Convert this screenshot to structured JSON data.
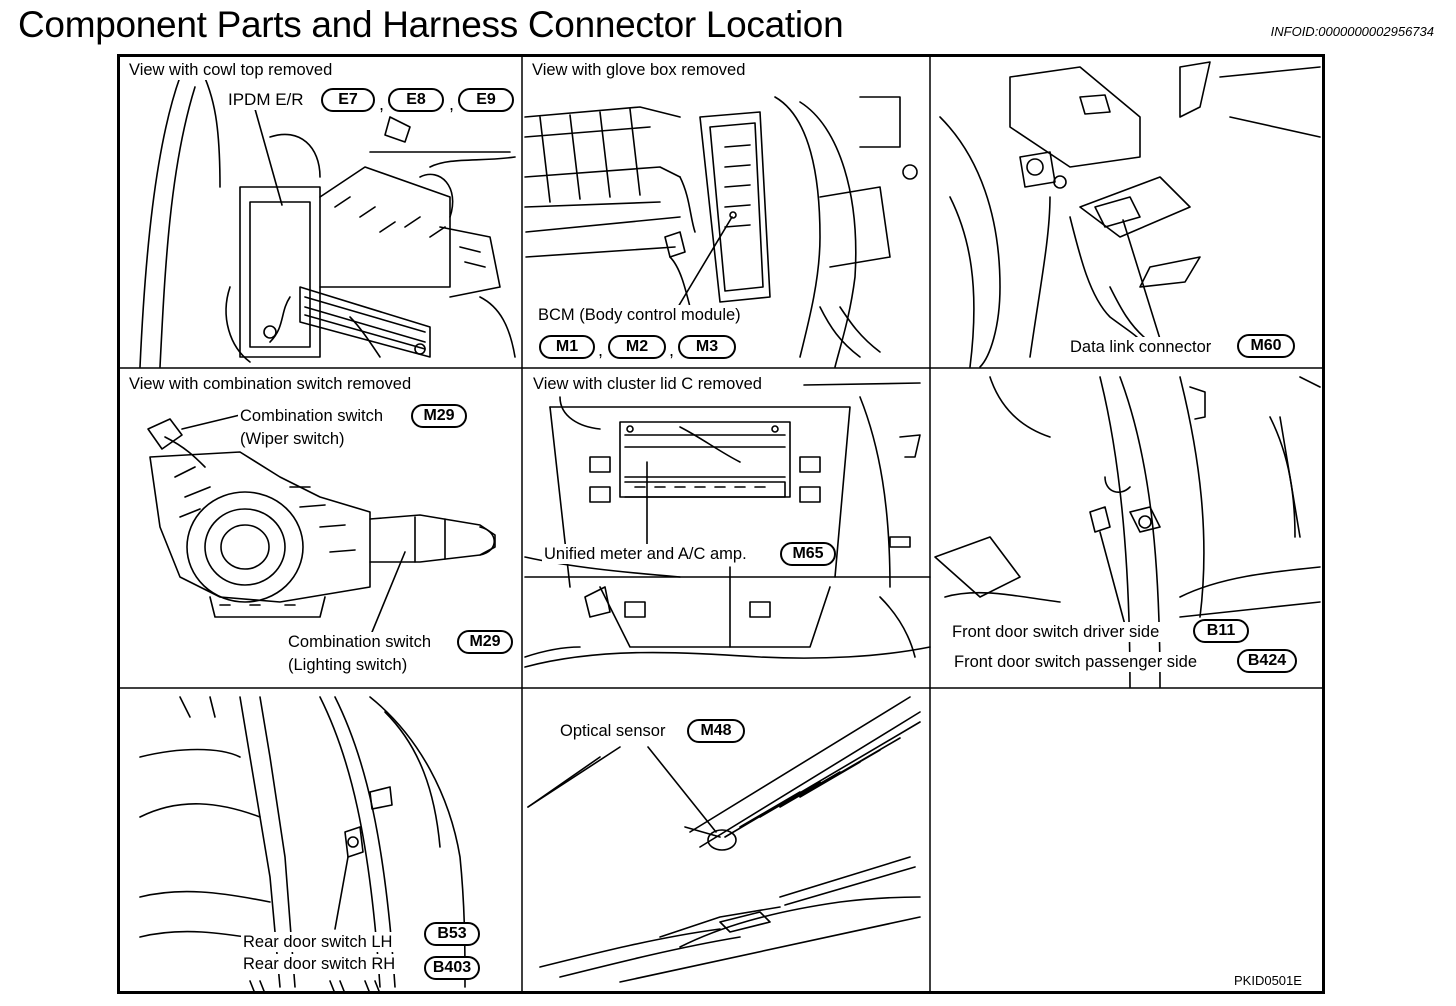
{
  "title": "Component Parts and Harness Connector Location",
  "infoid": "INFOID:0000000002956734",
  "panels": {
    "p1": {
      "heading": "View with cowl top removed",
      "component": "IPDM E/R",
      "connectors": [
        "E7",
        "E8",
        "E9"
      ]
    },
    "p2": {
      "heading": "View with glove box removed",
      "component": "BCM (Body control module)",
      "connectors": [
        "M1",
        "M2",
        "M3"
      ]
    },
    "p3": {
      "component": "Data link connector",
      "connector": "M60"
    },
    "p4": {
      "heading": "View with combination switch removed",
      "wiper_label": "Combination switch",
      "wiper_sub": "(Wiper switch)",
      "wiper_connector": "M29",
      "lighting_label": "Combination switch",
      "lighting_sub": "(Lighting switch)",
      "lighting_connector": "M29"
    },
    "p5": {
      "heading": "View with cluster lid C removed",
      "component": "Unified meter and A/C amp.",
      "connector": "M65"
    },
    "p6": {
      "driver_label": "Front door switch driver side",
      "driver_connector": "B11",
      "passenger_label": "Front door switch passenger side",
      "passenger_connector": "B424"
    },
    "p7": {
      "lh_label": "Rear door switch LH",
      "lh_connector": "B53",
      "rh_label": "Rear door switch RH",
      "rh_connector": "B403"
    },
    "p8": {
      "component": "Optical sensor",
      "connector": "M48"
    }
  },
  "figure_code": "PKID0501E"
}
